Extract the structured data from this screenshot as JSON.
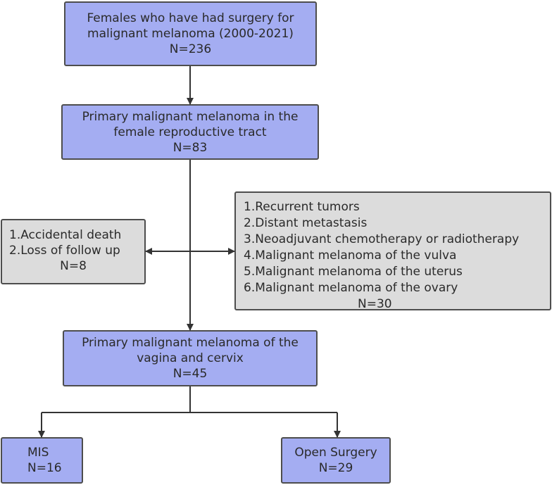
{
  "nodes": {
    "all_surgery": {
      "lines": [
        "Females who have had surgery for",
        "malignant melanoma  (2000-2021)",
        "N=236"
      ]
    },
    "primary_tract": {
      "lines": [
        "Primary malignant melanoma in the",
        "female reproductive tract",
        "N=83"
      ]
    },
    "excluded_left": {
      "lines": [
        "1.Accidental death",
        "2.Loss of follow up"
      ],
      "n": "N=8"
    },
    "excluded_right": {
      "lines": [
        "1.Recurrent tumors",
        "2.Distant metastasis",
        "3.Neoadjuvant chemotherapy or radiotherapy",
        "4.Malignant melanoma of the vulva",
        "5.Malignant melanoma of the uterus",
        "6.Malignant melanoma of the ovary"
      ],
      "n": "N=30"
    },
    "vagina_cervix": {
      "lines": [
        "Primary malignant melanoma of the",
        "vagina  and cervix",
        "N=45"
      ]
    },
    "mis": {
      "lines": [
        "MIS",
        "N=16"
      ]
    },
    "open_surgery": {
      "lines": [
        "Open Surgery",
        "N=29"
      ]
    }
  },
  "colors": {
    "main_box": "#a4adf2",
    "exclusion_box": "#dcdcdc",
    "border": "#4d4d4d",
    "arrow": "#333333"
  }
}
